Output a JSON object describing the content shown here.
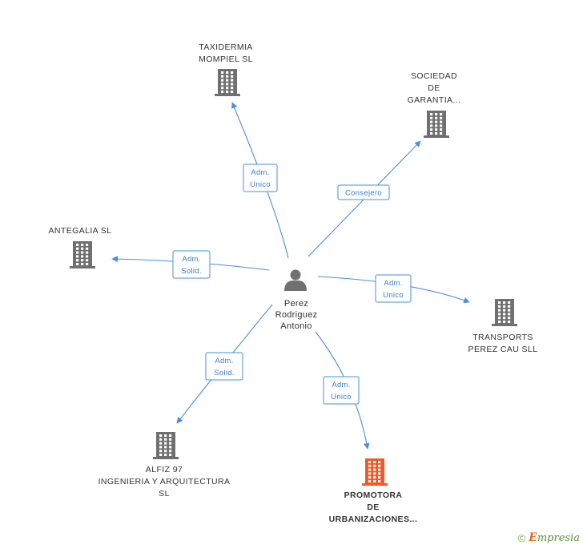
{
  "colors": {
    "edge": "#4a8fdc",
    "building": "#707070",
    "building_highlight": "#f05a28",
    "person": "#707070"
  },
  "center": {
    "icon": "person-icon",
    "lines": [
      "Perez",
      "Rodriguez",
      "Antonio"
    ]
  },
  "companies": [
    {
      "id": "taxidermia",
      "lines": [
        "TAXIDERMIA",
        "MOMPIEL SL"
      ],
      "highlight": false,
      "icon": "building-icon"
    },
    {
      "id": "sociedad",
      "lines": [
        "SOCIEDAD",
        "DE",
        "GARANTIA..."
      ],
      "highlight": false,
      "icon": "building-icon"
    },
    {
      "id": "antegalia",
      "lines": [
        "ANTEGALIA SL"
      ],
      "highlight": false,
      "icon": "building-icon"
    },
    {
      "id": "transports",
      "lines": [
        "TRANSPORTS",
        "PEREZ CAU SLL"
      ],
      "highlight": false,
      "icon": "building-icon"
    },
    {
      "id": "alfiz",
      "lines": [
        "ALFIZ 97",
        "INGENIERIA Y ARQUITECTURA",
        "SL"
      ],
      "highlight": false,
      "icon": "building-icon"
    },
    {
      "id": "promotora",
      "lines": [
        "PROMOTORA",
        "DE",
        "URBANIZACIONES..."
      ],
      "highlight": true,
      "icon": "building-icon"
    }
  ],
  "relations": [
    {
      "to": "taxidermia",
      "lines": [
        "Adm.",
        "Unico"
      ]
    },
    {
      "to": "sociedad",
      "lines": [
        "Consejero"
      ]
    },
    {
      "to": "antegalia",
      "lines": [
        "Adm.",
        "Solid."
      ]
    },
    {
      "to": "transports",
      "lines": [
        "Adm.",
        "Unico"
      ]
    },
    {
      "to": "alfiz",
      "lines": [
        "Adm.",
        "Solid."
      ]
    },
    {
      "to": "promotora",
      "lines": [
        "Adm.",
        "Unico"
      ]
    }
  ],
  "brand": {
    "copyright": "©",
    "e": "E",
    "rest": "mpresia"
  }
}
